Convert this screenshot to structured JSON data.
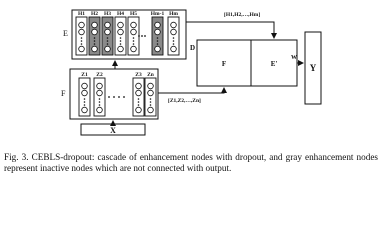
{
  "figure": {
    "group_e_label": "E",
    "group_f_label": "F",
    "group_d_label": "D",
    "input_label": "X",
    "output_label": "Y",
    "weight_label": "W",
    "box_f_label": "F",
    "box_e_label": "E'",
    "h_nodes": [
      "H1",
      "H2",
      "H3",
      "H4",
      "H5",
      "Hm-1",
      "Hm"
    ],
    "h_inactive": [
      false,
      true,
      true,
      false,
      false,
      true,
      false
    ],
    "z_nodes": [
      "Z1",
      "Z2",
      "Z3",
      "Zn"
    ],
    "h_concat_label": "[H1,H2,…,Hm]",
    "z_concat_label": "[Z1,Z2,…,Zn]",
    "colors": {
      "inactive": "#8a8a8a",
      "active": "#ffffff",
      "stroke": "#111111"
    }
  },
  "caption": "Fig. 3.   CEBLS-dropout: cascade of enhancement nodes with dropout, and gray enhancement nodes represent inactive nodes which are not connected with output."
}
